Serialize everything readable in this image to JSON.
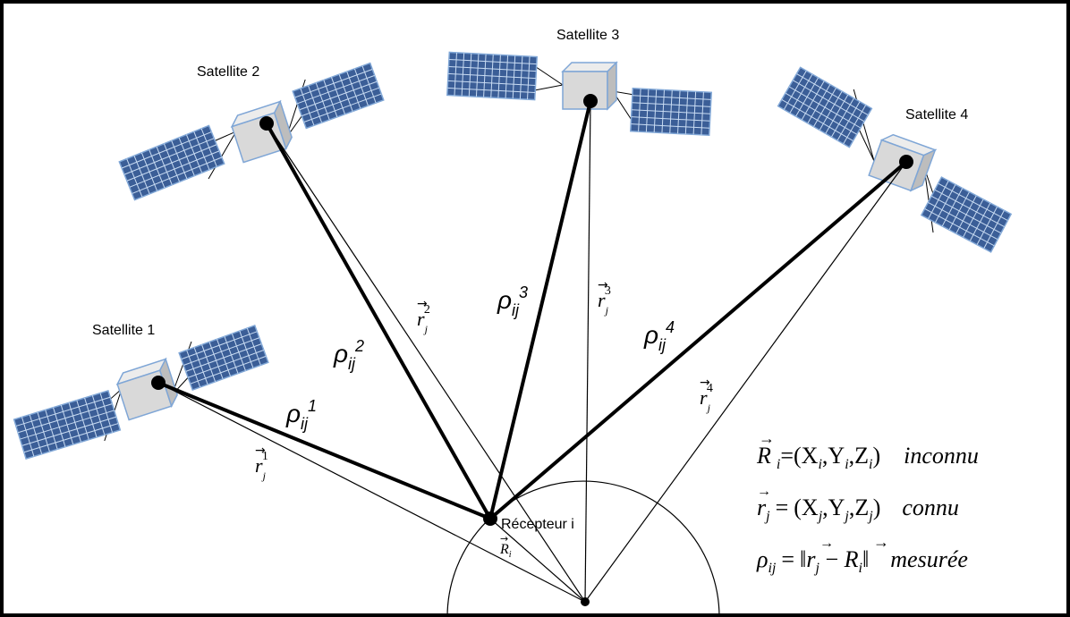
{
  "satellites": [
    {
      "label": "Satellite 1"
    },
    {
      "label": "Satellite 2"
    },
    {
      "label": "Satellite 3"
    },
    {
      "label": "Satellite 4"
    }
  ],
  "rho": {
    "symbol": "ρ",
    "subscript": "ij",
    "superscripts": [
      "1",
      "2",
      "3",
      "4"
    ]
  },
  "r_vector": {
    "symbol": "r",
    "arrow": "→",
    "subscript": "j",
    "superscripts": [
      "1",
      "2",
      "3",
      "4"
    ]
  },
  "receiver": {
    "label": "Récepteur i",
    "vector_symbol": "R",
    "vector_subscript": "i"
  },
  "equations": [
    {
      "lhs": "R",
      "lhs_sub": "i",
      "eq": "=",
      "rhs_prefix": "(X",
      "rhs_sub1": "i",
      "rhs_mid1": ",Y",
      "rhs_sub2": "i",
      "rhs_mid2": ",Z",
      "rhs_sub3": "i",
      "rhs_suffix": ")",
      "word": "inconnu"
    },
    {
      "lhs": "r",
      "lhs_sub": "j",
      "eq": "=",
      "rhs_prefix": "(X",
      "rhs_sub1": "j",
      "rhs_mid1": ",Y",
      "rhs_sub2": "j",
      "rhs_mid2": ",Z",
      "rhs_sub3": "j",
      "rhs_suffix": ")",
      "word": "connu"
    },
    {
      "lhs": "ρ",
      "lhs_sub": "ij",
      "eq": "=",
      "norm_open": "‖",
      "norm_a": "r",
      "norm_a_sub": "j",
      "norm_minus": " − ",
      "norm_b": "R",
      "norm_b_sub": "i",
      "norm_close": "‖",
      "word": "mesurée"
    }
  ],
  "colors": {
    "panel": "#3b5e97",
    "panel_grid": "#c9dcf3",
    "body": "#d9d9d9",
    "outline": "#7fa6d6"
  }
}
